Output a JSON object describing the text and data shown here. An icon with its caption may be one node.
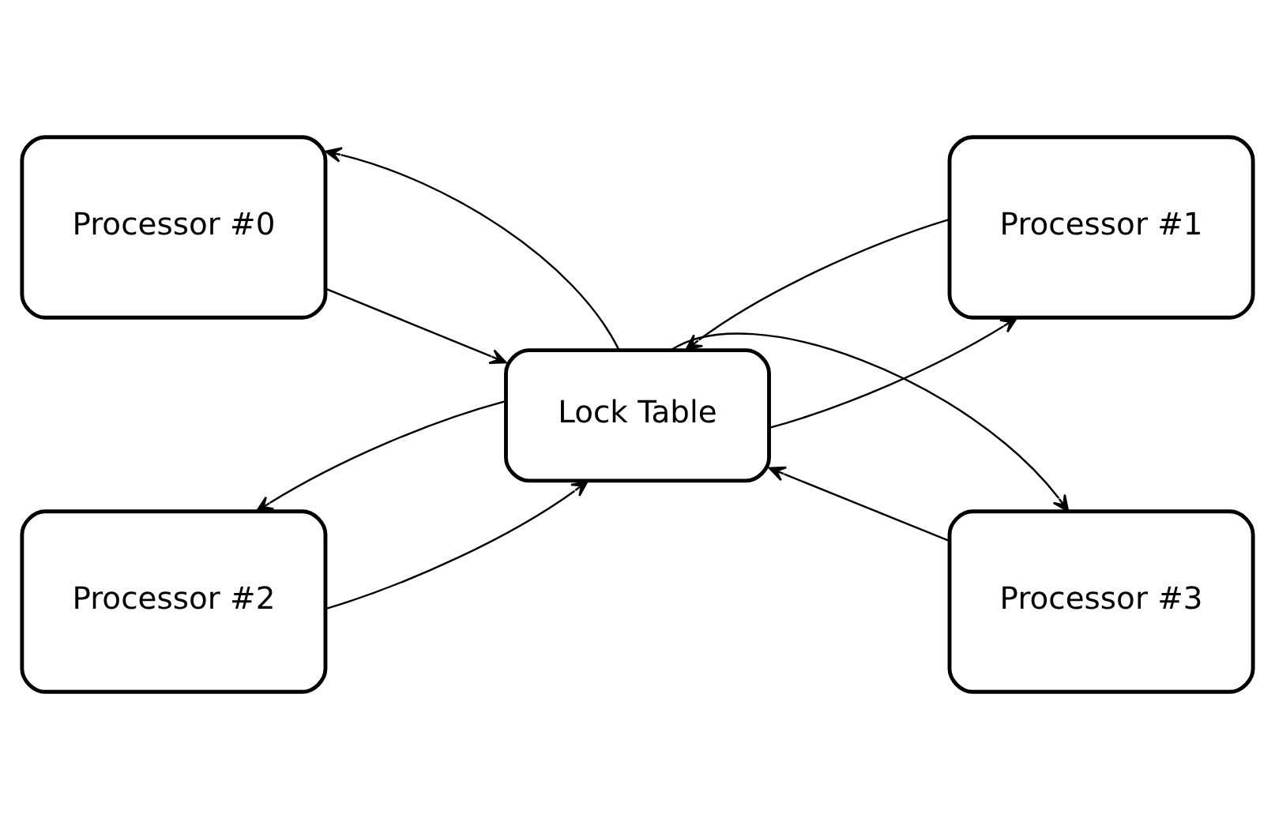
{
  "diagram": {
    "nodes": [
      {
        "text": [
          "Processor #0"
        ]
      },
      {
        "text": [
          "Processor #1"
        ]
      },
      {
        "text": [
          "Lock Table"
        ]
      },
      {
        "text": [
          "Processor #2"
        ]
      },
      {
        "text": [
          "Processor #3"
        ]
      }
    ],
    "edges": [
      {
        "from": 0,
        "to": 2,
        "arrow": "to"
      },
      {
        "from": 2,
        "to": 0,
        "arrow": "to"
      },
      {
        "from": 1,
        "to": 2,
        "arrow": "to"
      },
      {
        "from": 2,
        "to": 1,
        "arrow": "to"
      },
      {
        "from": 3,
        "to": 2,
        "arrow": "to"
      },
      {
        "from": 2,
        "to": 3,
        "arrow": "to"
      },
      {
        "from": 4,
        "to": 2,
        "arrow": "to"
      },
      {
        "from": 2,
        "to": 4,
        "arrow": "to"
      }
    ]
  }
}
